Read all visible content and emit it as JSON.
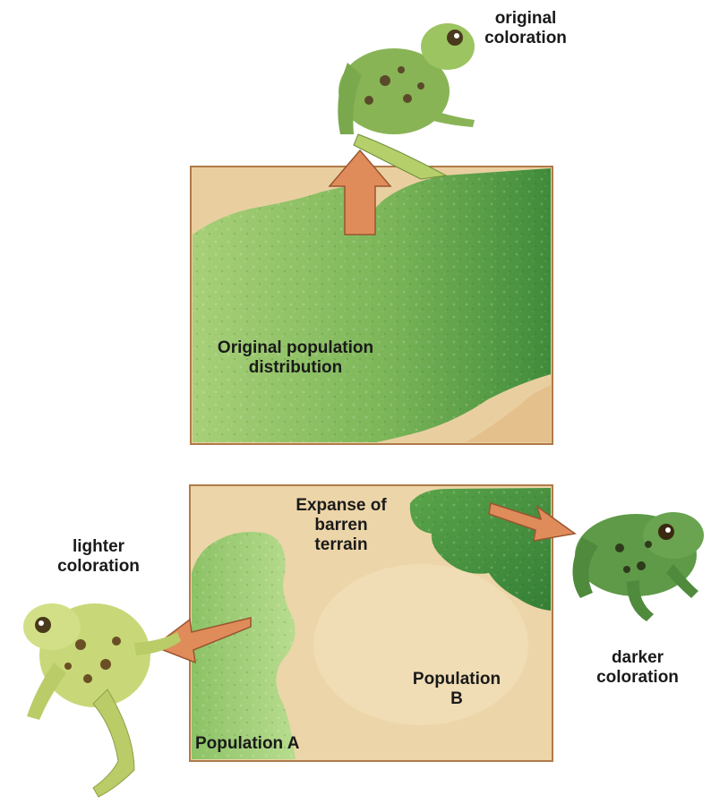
{
  "labels": {
    "original_coloration": "original\ncoloration",
    "original_population": "Original population\ndistribution",
    "expanse": "Expanse of\nbarren\nterrain",
    "lighter_coloration": "lighter\ncoloration",
    "population_a": "Population A",
    "population_b": "Population\nB",
    "darker_coloration": "darker\ncoloration"
  },
  "colors": {
    "terrain": "#e9cfa0",
    "terrain_light": "#f2dfba",
    "border": "#b07a4a",
    "green_light": "#9ccb6a",
    "green_mid": "#6fae4e",
    "green_dark": "#3f8b3a",
    "arrow": "#e08c5a",
    "arrow_edge": "#9a5530",
    "frog_light": "#b5cf6b",
    "frog_mid": "#89b456",
    "frog_dark": "#4f8a3d",
    "frog_spot": "#5a4a2a"
  },
  "icons": {
    "top_frog": "frog-original-icon",
    "left_frog": "frog-light-icon",
    "right_frog": "frog-dark-icon"
  }
}
